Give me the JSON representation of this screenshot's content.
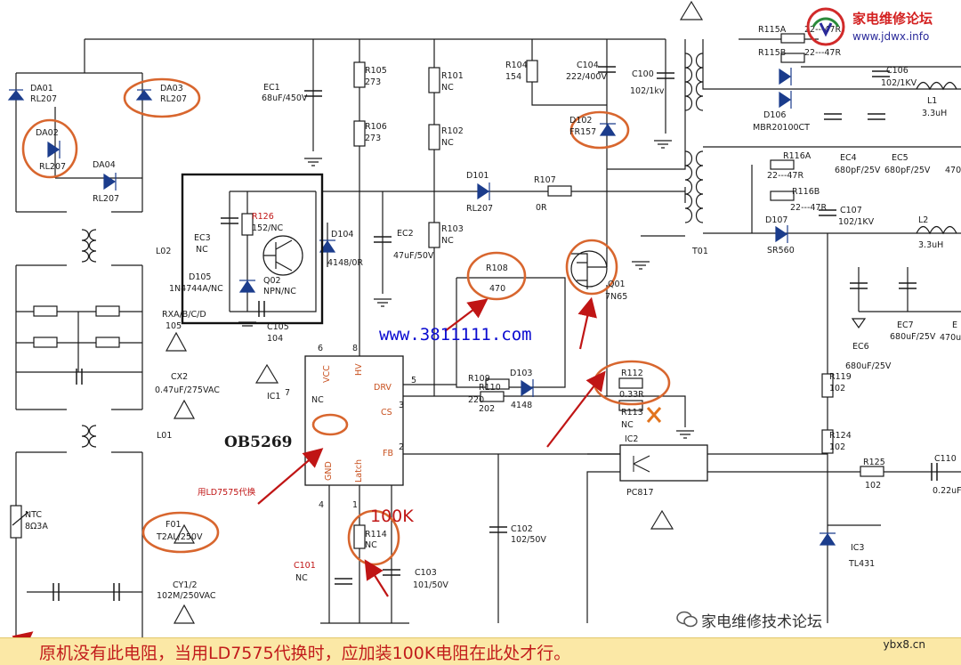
{
  "logo": {
    "name": "家电维修论坛",
    "url": "www.jdwx.info"
  },
  "watermark": "www.3811111.com",
  "bottom_note": "原机没有此电阻，当用LD7575代换时，应加装100K电阻在此处才行。",
  "bottom_site": "ybx8.cn",
  "wechat_label": "家电维修技术论坛",
  "annotations": {
    "replace_note": "用LD7575代换",
    "resistor_value": "100K"
  },
  "ic1": {
    "ref": "IC1",
    "part": "OB5269",
    "pins": {
      "vcc": "VCC",
      "hv": "HV",
      "nc": "NC",
      "drv": "DRV",
      "cs": "CS",
      "fb": "FB",
      "gnd": "GND",
      "latch": "Latch"
    },
    "pin_numbers": {
      "p6": "6",
      "p8": "8",
      "p7": "7",
      "p5": "5",
      "p3": "3",
      "p2": "2",
      "p4": "4",
      "p1": "1"
    }
  },
  "components": {
    "DA01": {
      "ref": "DA01",
      "value": "RL207"
    },
    "DA02": {
      "ref": "DA02",
      "value": "RL207"
    },
    "DA03": {
      "ref": "DA03",
      "value": "RL207"
    },
    "DA04": {
      "ref": "DA04",
      "value": "RL207"
    },
    "L02": {
      "ref": "L02"
    },
    "L01": {
      "ref": "L01"
    },
    "EC3": {
      "ref": "EC3",
      "value": "NC"
    },
    "R126": {
      "ref": "R126",
      "value": "152/NC"
    },
    "D105": {
      "ref": "D105",
      "value": "1N4744A/NC"
    },
    "Q02": {
      "ref": "Q02",
      "value": "NPN/NC"
    },
    "C105": {
      "ref": "C105",
      "value": "104"
    },
    "D104": {
      "ref": "D104",
      "value": "4148/0R"
    },
    "EC1": {
      "ref": "EC1",
      "value": "68uF/450V"
    },
    "R105": {
      "ref": "R105",
      "value": "273"
    },
    "R106": {
      "ref": "R106",
      "value": "273"
    },
    "EC2": {
      "ref": "EC2",
      "value": "47uF/50V"
    },
    "R101": {
      "ref": "R101",
      "value": "NC"
    },
    "R102": {
      "ref": "R102",
      "value": "NC"
    },
    "R103": {
      "ref": "R103",
      "value": "NC"
    },
    "R104": {
      "ref": "R104",
      "value": "154"
    },
    "C104": {
      "ref": "C104",
      "value": "222/400V"
    },
    "C100": {
      "ref": "C100",
      "value": "102/1kv"
    },
    "D102": {
      "ref": "D102",
      "value": "FR157"
    },
    "D101": {
      "ref": "D101",
      "value": "RL207"
    },
    "R107": {
      "ref": "R107",
      "value": "0R"
    },
    "R108": {
      "ref": "R108",
      "value": "470"
    },
    "Q01": {
      "ref": "Q01",
      "value": "7N65"
    },
    "R109": {
      "ref": "R109",
      "value": "220"
    },
    "D103": {
      "ref": "D103",
      "value": "4148"
    },
    "R110": {
      "ref": "R110",
      "value": "202"
    },
    "R112": {
      "ref": "R112",
      "value": "0.33R"
    },
    "R113": {
      "ref": "R113",
      "value": "NC"
    },
    "IC2": {
      "ref": "IC2",
      "value": "PC817"
    },
    "R114": {
      "ref": "R114",
      "value": "NC"
    },
    "C102": {
      "ref": "C102",
      "value": "102/50V"
    },
    "C103": {
      "ref": "C103",
      "value": "101/50V"
    },
    "C101": {
      "ref": "C101",
      "value": "NC"
    },
    "RXA": {
      "ref": "RXA/B/C/D",
      "value": "105"
    },
    "CX2": {
      "ref": "CX2",
      "value": "0.47uF/275VAC"
    },
    "NTC": {
      "ref": "NTC",
      "value": "8Ω3A"
    },
    "F01": {
      "ref": "F01",
      "value": "T2AL/250V"
    },
    "CY12": {
      "ref": "CY1/2",
      "value": "102M/250VAC"
    },
    "T01": {
      "ref": "T01"
    },
    "R115A": {
      "ref": "R115A",
      "value": "22---47R"
    },
    "R115B": {
      "ref": "R115B",
      "value": "22---47R"
    },
    "D106": {
      "ref": "D106",
      "value": "MBR20100CT"
    },
    "C106": {
      "ref": "C106",
      "value": "102/1KV"
    },
    "L1": {
      "ref": "L1",
      "value": "3.3uH"
    },
    "EC4": {
      "ref": "EC4",
      "value": "680pF/25V"
    },
    "EC5": {
      "ref": "EC5",
      "value": "680pF/25V"
    },
    "R116A": {
      "ref": "R116A",
      "value": "22---47R"
    },
    "R116B": {
      "ref": "R116B",
      "value": "22---47R"
    },
    "D107": {
      "ref": "D107",
      "value": "SR560"
    },
    "C107": {
      "ref": "C107",
      "value": "102/1KV"
    },
    "L2": {
      "ref": "L2",
      "value": "3.3uH"
    },
    "EC6": {
      "ref": "EC6",
      "value": "680uF/25V"
    },
    "EC7": {
      "ref": "EC7",
      "value": "680uF/25V"
    },
    "R119": {
      "ref": "R119",
      "value": "102"
    },
    "R124": {
      "ref": "R124",
      "value": "102"
    },
    "R125": {
      "ref": "R125",
      "value": "102"
    },
    "C110": {
      "ref": "C110",
      "value": "0.22uF"
    },
    "IC3": {
      "ref": "IC3",
      "value": "TL431"
    }
  },
  "partial_labels": {
    "a": "470",
    "b": "470u",
    "c": "E"
  },
  "colors": {
    "circle": "#d8662e",
    "arrow": "#c01515",
    "wire": "#1a1a1a",
    "diode": "#1b3c8c",
    "banner": "#fbe8a6"
  }
}
